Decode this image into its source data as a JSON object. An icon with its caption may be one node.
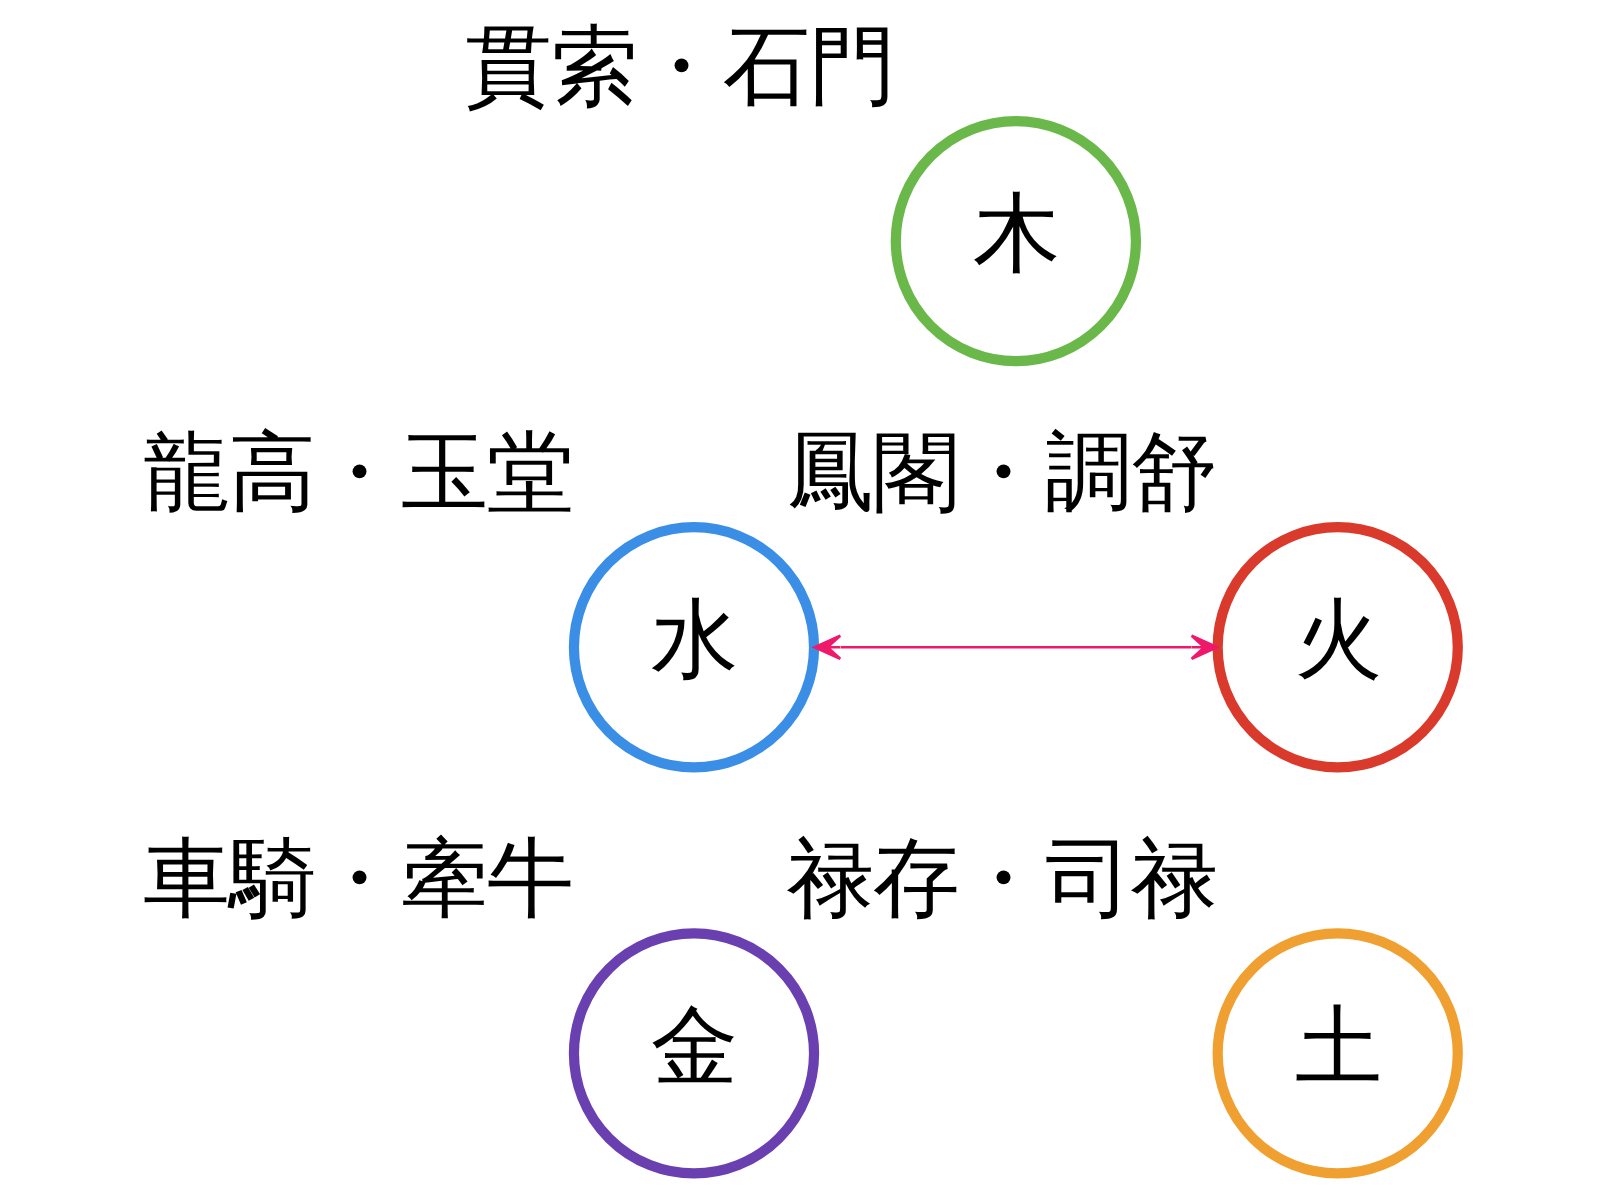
{
  "diagram": {
    "nodes": [
      {
        "text": [
          "木"
        ],
        "beside": [
          "貫索・石門"
        ]
      },
      {
        "text": [
          "水"
        ],
        "beside": [
          "龍高・玉堂"
        ]
      },
      {
        "text": [
          "火"
        ],
        "beside": [
          "鳳閣・調舒"
        ]
      },
      {
        "text": [
          "金"
        ],
        "beside": [
          "車騎・牽牛"
        ]
      },
      {
        "text": [
          "土"
        ],
        "beside": [
          "禄存・司禄"
        ]
      }
    ],
    "edges": [
      {
        "from": 1,
        "to": 2,
        "arrow": "both",
        "color": "#f0186a"
      }
    ]
  }
}
